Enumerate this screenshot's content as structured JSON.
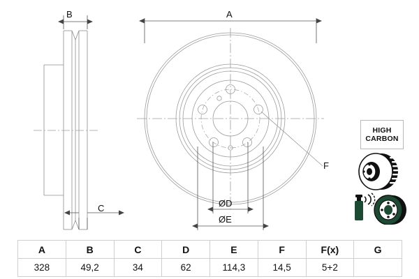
{
  "drawing": {
    "title": "brake-disc-technical-drawing",
    "dimension_labels": {
      "a": "A",
      "b": "B",
      "c": "C",
      "d": "ØD",
      "e": "ØE",
      "f": "F"
    }
  },
  "badge": {
    "line1": "HIGH",
    "line2": "CARBON"
  },
  "icons": {
    "vented_disc": "brake-disc-icon",
    "coated_disc": "coated-brake-disc-icon",
    "spray_can": "spray-can-icon"
  },
  "table": {
    "headers": [
      "A",
      "B",
      "C",
      "D",
      "E",
      "F",
      "F(x)",
      "G"
    ],
    "values": [
      "328",
      "49,2",
      "34",
      "62",
      "114,3",
      "14,5",
      "5+2",
      ""
    ]
  },
  "colors": {
    "line": "#8c8c8c",
    "dim_line": "#555555",
    "center_line": "#9aa0a6",
    "table_border": "#cfcfcf",
    "text": "#111111",
    "icon": "#111111"
  }
}
